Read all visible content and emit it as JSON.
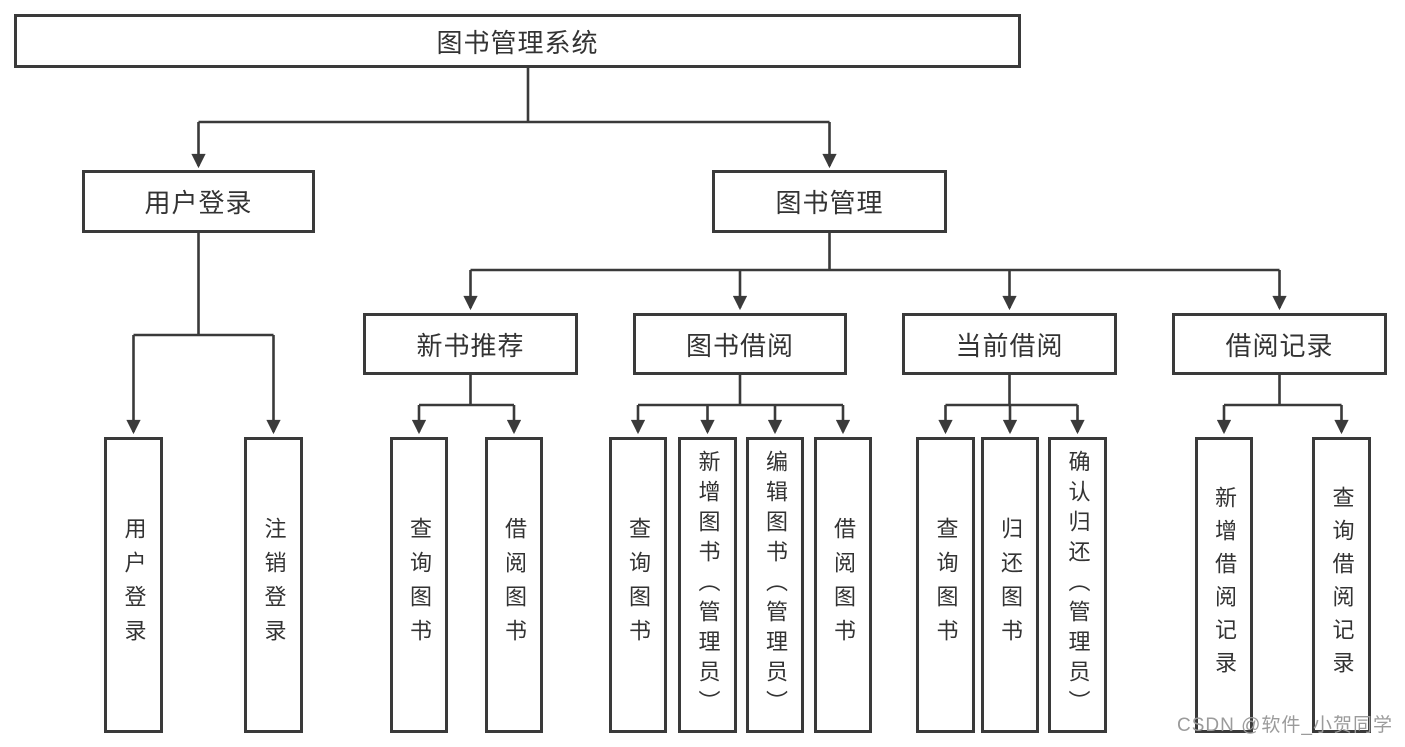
{
  "colors": {
    "line": "#3a3a3a",
    "text": "#333333",
    "background": "#ffffff",
    "watermark": "#9b9b9b"
  },
  "diagram": {
    "root": {
      "label": "图书管理系统"
    },
    "branches": [
      {
        "label": "用户登录",
        "children": [
          "用户登录",
          "注销登录"
        ]
      },
      {
        "label": "图书管理",
        "groups": [
          {
            "label": "新书推荐",
            "children": [
              "查询图书",
              "借阅图书"
            ]
          },
          {
            "label": "图书借阅",
            "children": [
              "查询图书",
              "新增图书（管理员）",
              "编辑图书（管理员）",
              "借阅图书"
            ]
          },
          {
            "label": "当前借阅",
            "children": [
              "查询图书",
              "归还图书",
              "确认归还（管理员）"
            ]
          },
          {
            "label": "借阅记录",
            "children": [
              "新增借阅记录",
              "查询借阅记录"
            ]
          }
        ]
      }
    ]
  },
  "watermark": {
    "text": "CSDN @软件_小贺同学"
  }
}
